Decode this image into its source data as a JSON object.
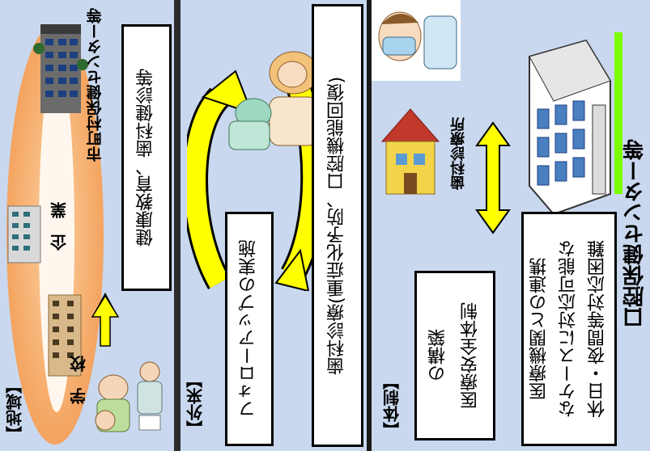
{
  "section_labels": {
    "region": "【地域】",
    "outpatient": "【外来】",
    "system": "【体制】"
  },
  "region": {
    "school": "学　校",
    "company": "企　業",
    "municipal_health_center": "市町村保健センター等",
    "health_education_box": "健康教育、歯科健診等"
  },
  "outpatient": {
    "follow_up_box": "フォローアップの実施",
    "treatment_box": "歯科診療(重症化予防、口腔機能回復)"
  },
  "system": {
    "medical_safety_box": [
      "医療安全体制",
      "の構築"
    ],
    "cooperation_box": [
      "休日・夜間等対応困難",
      "なケースに対応可能な",
      "医療機関との連携"
    ],
    "dental_clinic": "歯科診療所",
    "oral_health_center": "口腔保健センター等"
  },
  "colors": {
    "background": "#c9d8ee",
    "arrow_yellow": "#ffff00",
    "oval_orange": "#f4a460",
    "green_highlight": "#7cfc00"
  }
}
